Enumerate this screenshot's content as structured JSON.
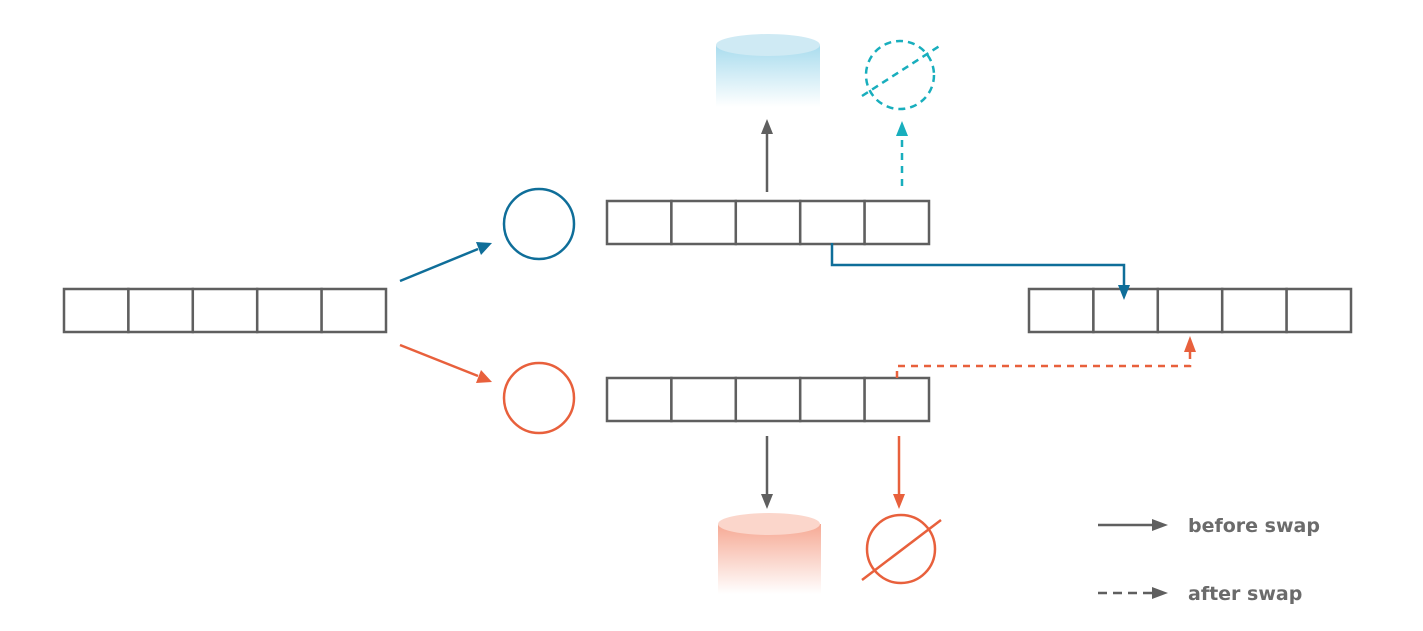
{
  "colors": {
    "stroke_gray": "#5f5f5f",
    "blue": "#0f6e99",
    "teal": "#18aebd",
    "orange": "#e8603c",
    "blue_db_top": "#cfeaf4",
    "blue_db_body": "#a9dcee",
    "orange_db_top": "#fbd6cb",
    "orange_db_body": "#f6a994",
    "legend_text": "#6b6b6b"
  },
  "buffers": {
    "input": {
      "cells": 5
    },
    "front": {
      "cells": 5
    },
    "back": {
      "cells": 5
    },
    "output": {
      "cells": 5
    }
  },
  "processes": {
    "top": {
      "color": "blue"
    },
    "bottom": {
      "color": "orange"
    }
  },
  "outputs": {
    "top_database": {
      "icon": "database-icon",
      "color": "blue"
    },
    "top_null": {
      "icon": "null-icon",
      "color": "teal",
      "line": "dashed"
    },
    "bottom_database": {
      "icon": "database-icon",
      "color": "orange"
    },
    "bottom_null": {
      "icon": "null-icon",
      "color": "orange",
      "line": "solid"
    }
  },
  "legend": {
    "before_swap": "before swap",
    "after_swap": "after swap"
  }
}
